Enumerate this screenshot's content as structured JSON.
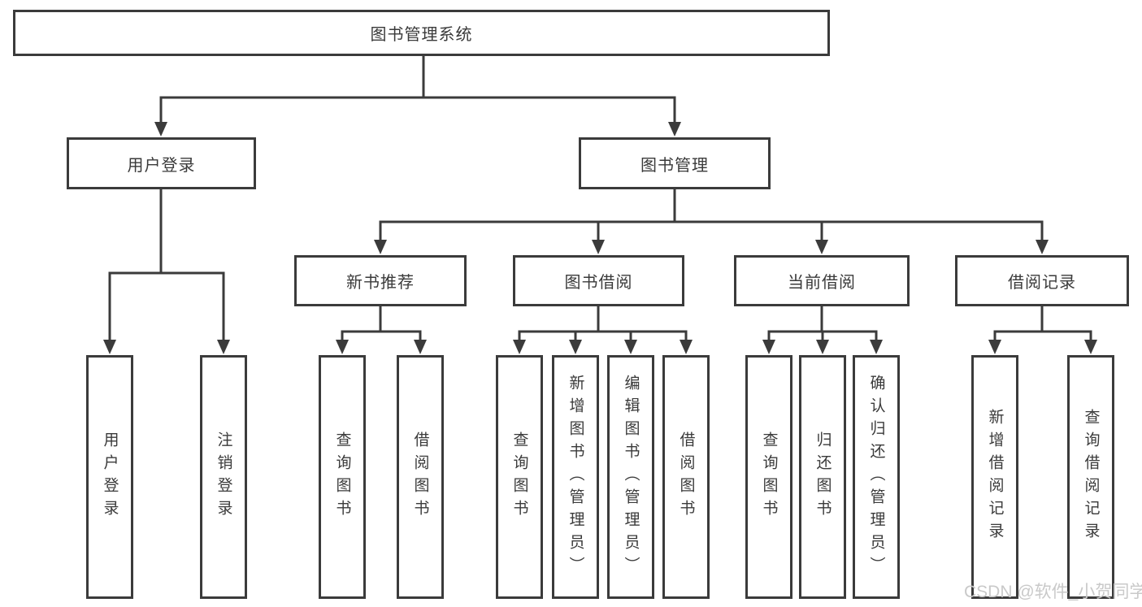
{
  "tree": {
    "root": {
      "label": "图书管理系统"
    },
    "branches": [
      {
        "label": "用户登录",
        "children": [
          {
            "label": "用户登录"
          },
          {
            "label": "注销登录"
          }
        ]
      },
      {
        "label": "图书管理",
        "children": [
          {
            "label": "新书推荐",
            "children": [
              {
                "label": "查询图书"
              },
              {
                "label": "借阅图书"
              }
            ]
          },
          {
            "label": "图书借阅",
            "children": [
              {
                "label": "查询图书"
              },
              {
                "label": "新增图书（管理员）"
              },
              {
                "label": "编辑图书（管理员）"
              },
              {
                "label": "借阅图书"
              }
            ]
          },
          {
            "label": "当前借阅",
            "children": [
              {
                "label": "查询图书"
              },
              {
                "label": "归还图书"
              },
              {
                "label": "确认归还（管理员）"
              }
            ]
          },
          {
            "label": "借阅记录",
            "children": [
              {
                "label": "新增借阅记录"
              },
              {
                "label": "查询借阅记录"
              }
            ]
          }
        ]
      }
    ]
  },
  "watermark": {
    "text": "CSDN @软件_小贺同学"
  },
  "colors": {
    "line": "#3b3b3b",
    "box_border": "#3b3b3b",
    "text": "#3a3a3a",
    "watermark": "#c9c9c9",
    "background": "#ffffff"
  }
}
